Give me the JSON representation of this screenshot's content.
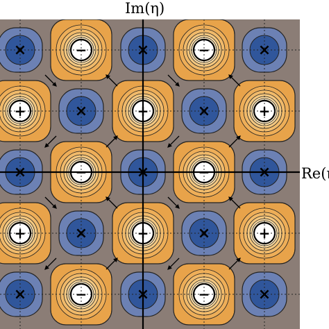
{
  "axes": {
    "imaginary_label": "Im(η)",
    "real_label": "Re(η)"
  },
  "lattice": {
    "columns": 5,
    "rows": 5,
    "pattern": [
      [
        "x",
        "-",
        "x",
        "-",
        "x"
      ],
      [
        "+",
        "x",
        "+",
        "x",
        "+"
      ],
      [
        "x",
        "-",
        "x",
        "-",
        "x"
      ],
      [
        "+",
        "x",
        "+",
        "x",
        "+"
      ],
      [
        "x",
        "-",
        "x",
        "-",
        "x"
      ]
    ],
    "minus_symbol": "−",
    "plus_symbol": "+",
    "cross_symbol": "×"
  },
  "colors": {
    "background": "#8b7d76",
    "orange_ring": "#e8a34a",
    "orange_light": "#f4c883",
    "blue_outer": "#6c81b4",
    "blue_inner": "#30569b",
    "axis": "#000000"
  }
}
